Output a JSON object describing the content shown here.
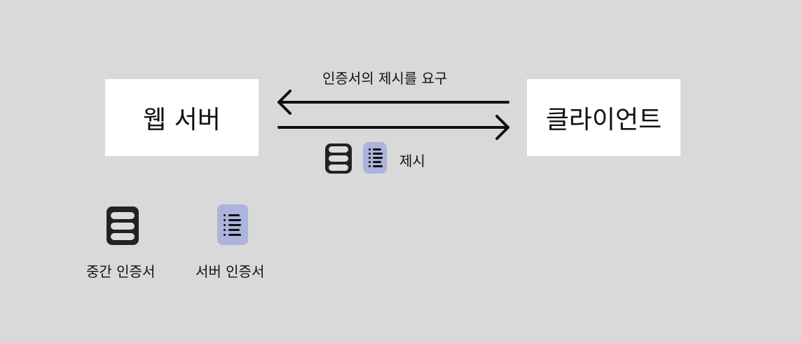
{
  "diagram": {
    "server_box": {
      "label": "웹 서버"
    },
    "client_box": {
      "label": "클라이언트"
    },
    "request_arrow": {
      "label": "인증서의 제시를 요구",
      "direction": "client-to-server"
    },
    "present_arrow": {
      "label": "제시",
      "direction": "server-to-client"
    },
    "legend": {
      "intermediate_cert": {
        "label": "중간 인증서",
        "icon": "intermediate-certificate-icon"
      },
      "server_cert": {
        "label": "서버 인증서",
        "icon": "server-certificate-icon"
      }
    }
  },
  "colors": {
    "background": "#d9d9d9",
    "box": "#ffffff",
    "text": "#111111",
    "intermediate_cert_icon": "#222222",
    "server_cert_icon": "#aab4dc"
  }
}
